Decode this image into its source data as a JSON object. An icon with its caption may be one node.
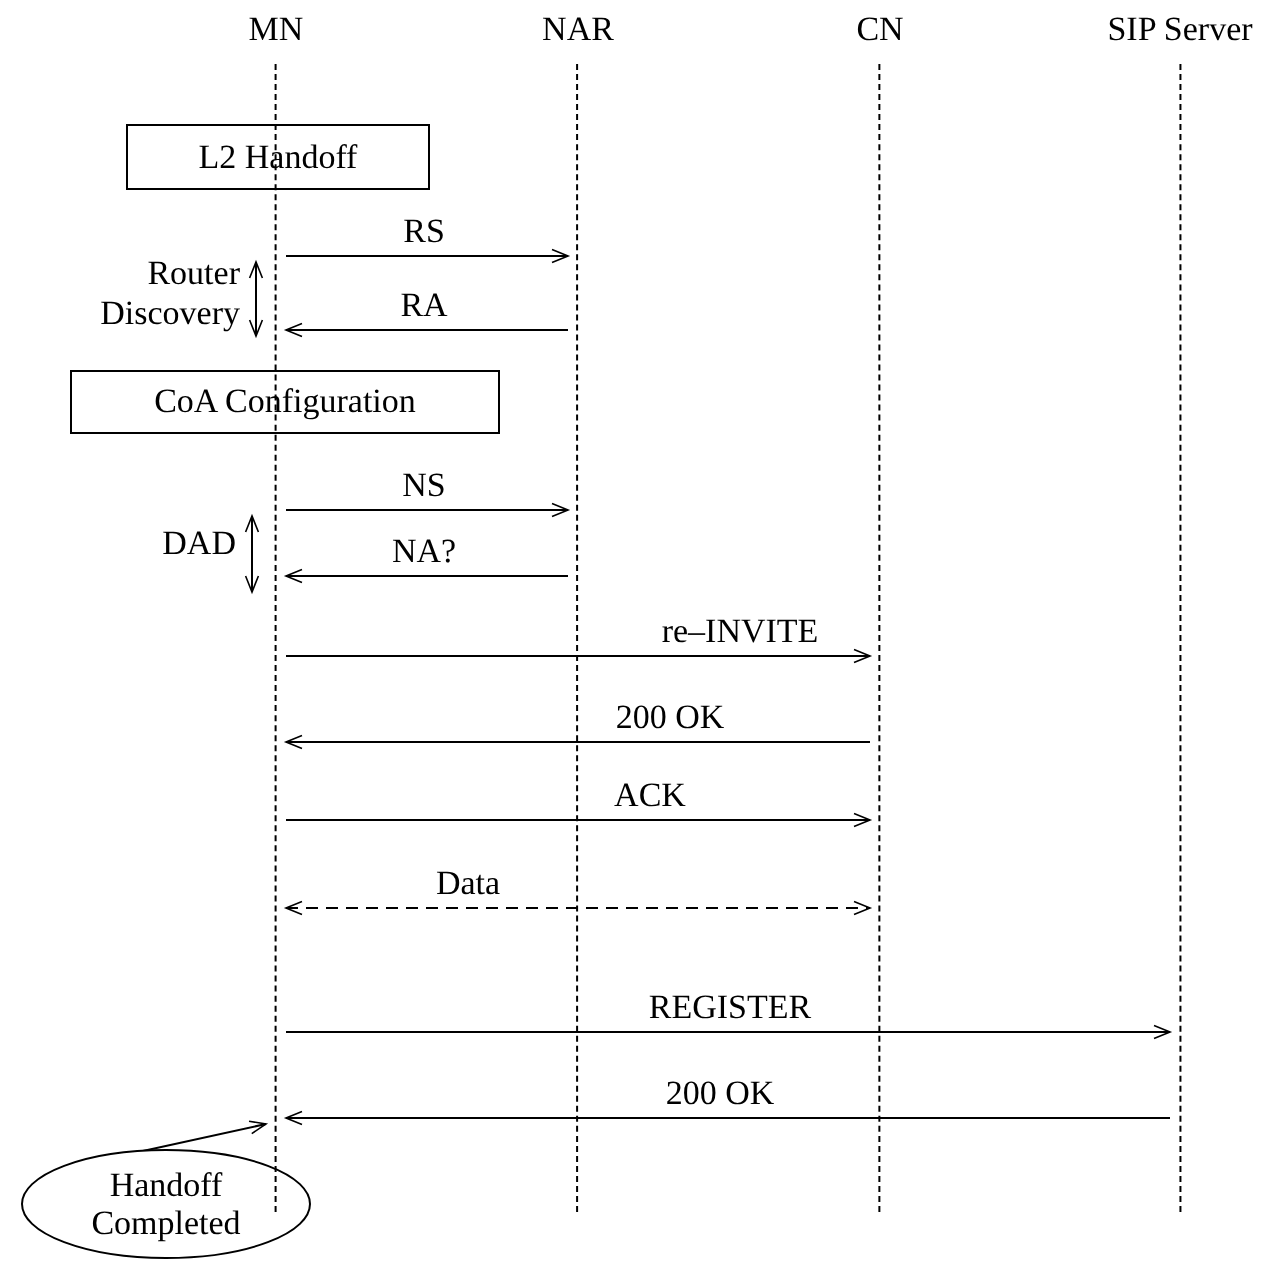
{
  "diagram": {
    "nodes": [
      {
        "text": [
          "MN"
        ]
      },
      {
        "text": [
          "NAR"
        ]
      },
      {
        "text": [
          "CN"
        ]
      },
      {
        "text": [
          "SIP Server"
        ]
      },
      {
        "text": [
          "L2 Handoff"
        ]
      },
      {
        "text": [
          "CoA Configuration"
        ]
      },
      {
        "text": [
          "Handoff Completed"
        ]
      }
    ],
    "edges": [
      {
        "from": 0,
        "to": 1,
        "arrow": "to",
        "label": "RS"
      },
      {
        "from": 1,
        "to": 0,
        "arrow": "to",
        "label": "RA"
      },
      {
        "from": 0,
        "to": 1,
        "arrow": "to",
        "label": "NS"
      },
      {
        "from": 1,
        "to": 0,
        "arrow": "to",
        "label": "NA?"
      },
      {
        "from": 0,
        "to": 2,
        "arrow": "to",
        "label": "re–INVITE"
      },
      {
        "from": 2,
        "to": 0,
        "arrow": "to",
        "label": "200 OK"
      },
      {
        "from": 0,
        "to": 2,
        "arrow": "to",
        "label": "ACK"
      },
      {
        "from": 0,
        "to": 2,
        "arrow": "both",
        "label": "Data",
        "style": "dashed"
      },
      {
        "from": 0,
        "to": 3,
        "arrow": "to",
        "label": "REGISTER"
      },
      {
        "from": 3,
        "to": 0,
        "arrow": "to",
        "label": "200 OK"
      },
      {
        "from": 6,
        "to": 0,
        "arrow": "to"
      }
    ],
    "labels": [
      "Router Discovery",
      "DAD"
    ]
  }
}
